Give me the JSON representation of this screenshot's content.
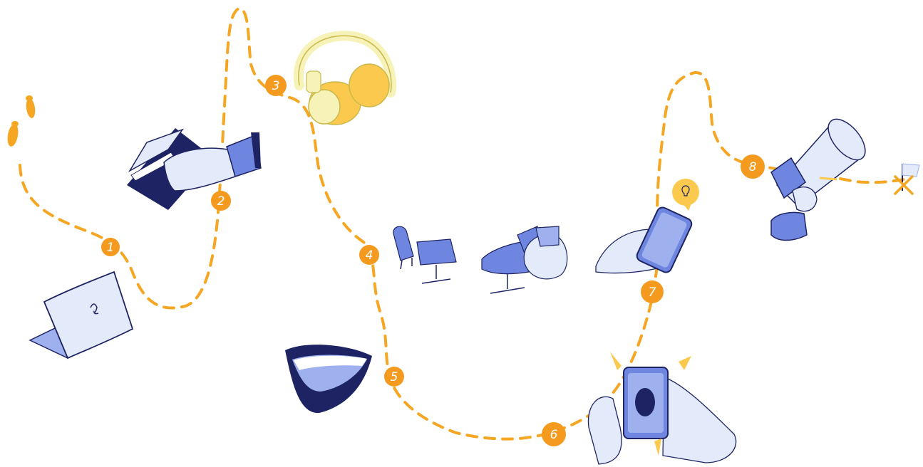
{
  "scene": {
    "description_kind": "illustrated-journey",
    "colors": {
      "path": "#F5A623",
      "badge": "#F39A1F",
      "navy": "#1E2463",
      "blue": "#6F86E0",
      "light_blue": "#E3EAFA",
      "yellow": "#FCC94F",
      "pale_yellow": "#F6F2B8",
      "white": "#FFFFFF"
    },
    "steps": [
      {
        "number": "1",
        "icon": "book-icon"
      },
      {
        "number": "2",
        "icon": "book-icon"
      },
      {
        "number": "3",
        "icon": "headphones-icon"
      },
      {
        "number": "4",
        "icon": "chairs-icon"
      },
      {
        "number": "5",
        "icon": "mouth-icon"
      },
      {
        "number": "6",
        "icon": "phone-notification-icon"
      },
      {
        "number": "7",
        "icon": "phone-idea-icon"
      },
      {
        "number": "8",
        "icon": "megaphone-icon"
      }
    ],
    "start_icon": "footprints-icon",
    "end_icon": "finish-flag-icon",
    "laptop_icon": "laptop-icon"
  }
}
